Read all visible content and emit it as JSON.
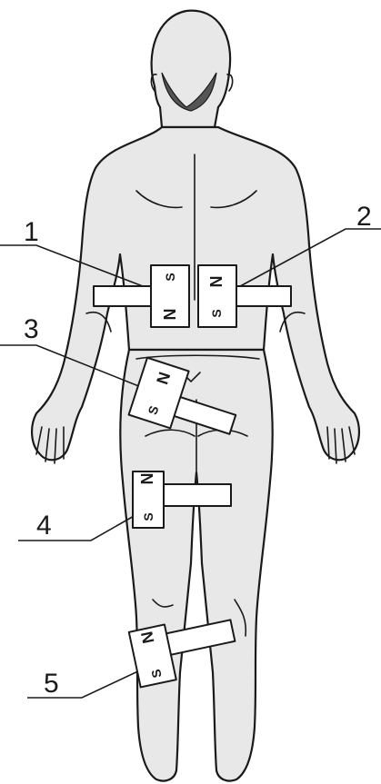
{
  "callouts": [
    "1",
    "2",
    "3",
    "4",
    "5"
  ],
  "poles": {
    "north": "N",
    "south": "S"
  },
  "colors": {
    "ink": "#1a1a1a",
    "body": "#e8e8e8",
    "magnet": "#ffffff"
  }
}
